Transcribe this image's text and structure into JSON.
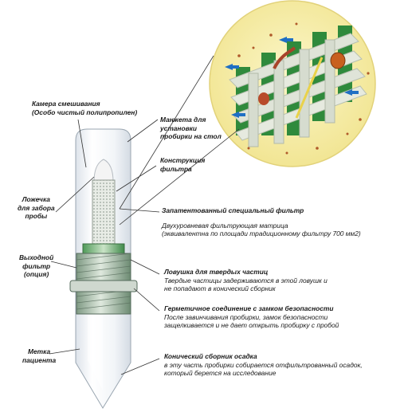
{
  "labels": {
    "mixing_chamber": [
      "Камера смешивания",
      "(Особо чистый полипропилен)"
    ],
    "cuff": [
      "Манжета для",
      "установки",
      "пробирки на стол"
    ],
    "filter_construction": [
      "Конструкция",
      "фильтра"
    ],
    "spoon": [
      "Ложечка",
      "для забора",
      "пробы"
    ],
    "outlet_filter": [
      "Выходной",
      "фильтр",
      "(опция)"
    ],
    "patient_mark": [
      "Метка",
      "пациента"
    ]
  },
  "descriptions": {
    "patented_filter": {
      "title": "Запатентованный специальный фильтр",
      "text": [
        "Двухуровневая фильтрующая матрица",
        "(эквивалентна по площади традиционному фильтру 700 мм2)"
      ]
    },
    "solid_trap": {
      "title": "Ловушка для твердых частиц",
      "text": [
        "Твердые частицы задерживаются в этой ловушк и",
        "не попадают в конический сборник"
      ]
    },
    "hermetic_seal": {
      "title": "Герметичное соединение с замком безопасности",
      "text": [
        "После завинчивания пробирки, замок безопасности",
        "защелкивается и не дает открыть пробирку с пробой"
      ]
    },
    "conical_collector": {
      "title": "Конический сборник осадка",
      "text": [
        "в эту часть пробирки собирается отфильтрованный осадок,",
        "который берется на исследование"
      ]
    }
  },
  "colors": {
    "filter_green": "#2f8a3c",
    "matrix_bar": "#dfe4d8",
    "inset_bg": "#f6eea6",
    "arrow_blue": "#1f6fc4",
    "tube_fill": "#eef1f4"
  }
}
